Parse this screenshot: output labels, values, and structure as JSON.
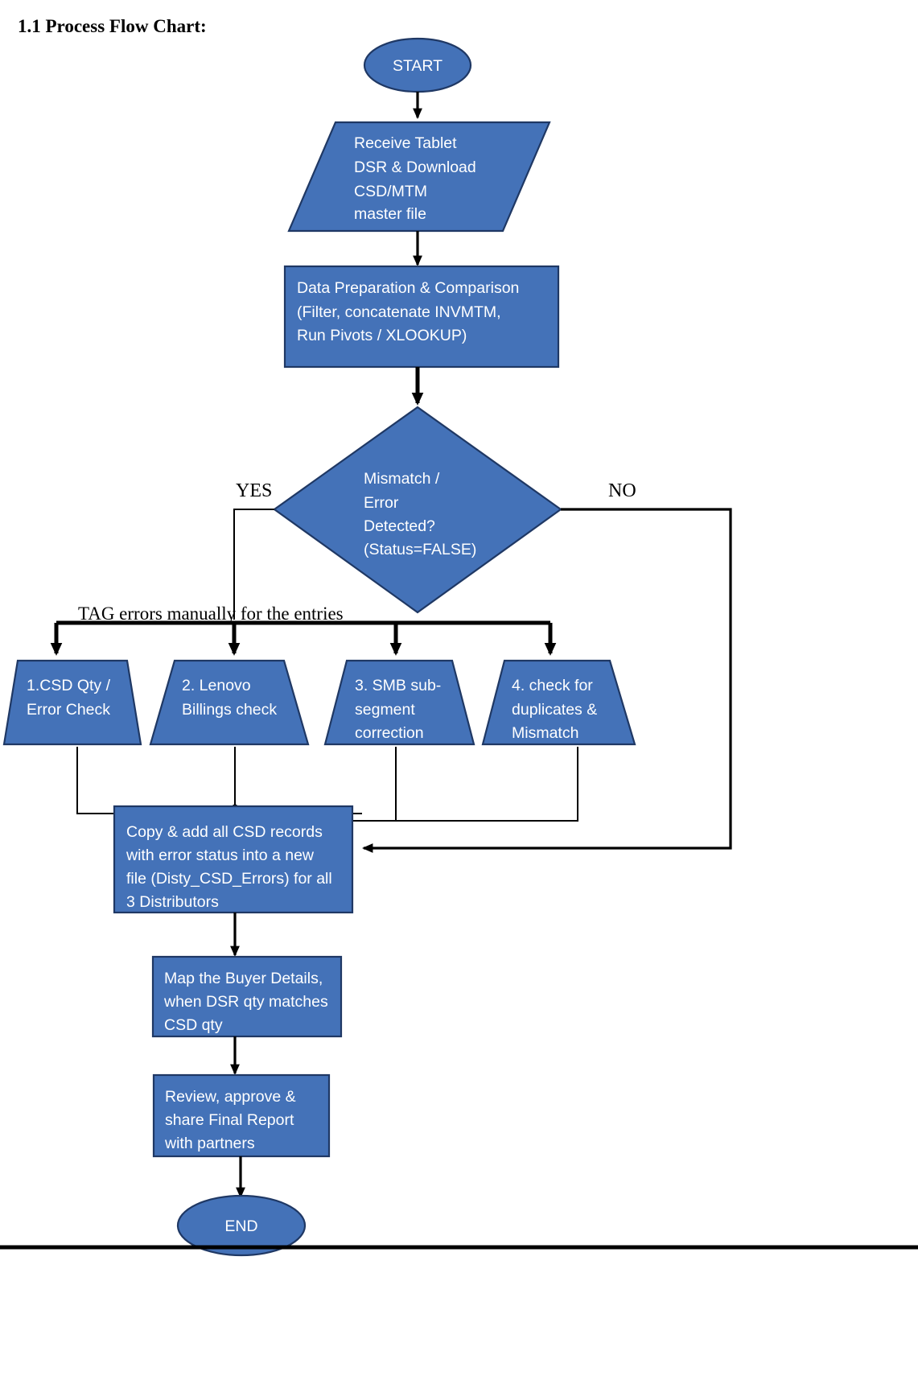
{
  "document": {
    "title": "1.1 Process Flow Chart:"
  },
  "colors": {
    "node_fill": "#4472B8",
    "node_stroke": "#1F3864",
    "node_text": "#FFFFFF",
    "connector": "#000000",
    "background": "#FFFFFF"
  },
  "chart_data": {
    "type": "diagram",
    "diagram_kind": "flowchart",
    "title": "1.1 Process Flow Chart:",
    "orientation": "top-to-bottom",
    "nodes": [
      {
        "id": "start",
        "shape": "ellipse",
        "lines": [
          "START"
        ]
      },
      {
        "id": "input",
        "shape": "parallelogram",
        "lines": [
          "Receive Tablet",
          "DSR & Download",
          "CSD/MTM",
          "master file"
        ]
      },
      {
        "id": "prep",
        "shape": "rectangle",
        "lines": [
          "Data Preparation & Comparison",
          "(Filter, concatenate INVMTM,",
          "Run Pivots / XLOOKUP)"
        ]
      },
      {
        "id": "decision",
        "shape": "diamond",
        "lines": [
          "Mismatch /",
          "Error",
          "Detected?",
          "(Status=FALSE)"
        ]
      },
      {
        "id": "task1",
        "shape": "trapezoid",
        "lines": [
          "1.CSD Qty /",
          "Error Check"
        ]
      },
      {
        "id": "task2",
        "shape": "trapezoid",
        "lines": [
          "2. Lenovo",
          "Billings check"
        ]
      },
      {
        "id": "task3",
        "shape": "trapezoid",
        "lines": [
          "3. SMB sub-",
          "segment",
          "correction"
        ]
      },
      {
        "id": "task4",
        "shape": "trapezoid",
        "lines": [
          "4. check for",
          "duplicates &",
          "Mismatch"
        ]
      },
      {
        "id": "collect",
        "shape": "rectangle",
        "lines": [
          "Copy & add all CSD records",
          "with error status into a new",
          "file (Disty_CSD_Errors) for all",
          "3 Distributors"
        ]
      },
      {
        "id": "map",
        "shape": "rectangle",
        "lines": [
          "Map the Buyer Details,",
          "when DSR qty matches",
          "CSD qty"
        ]
      },
      {
        "id": "review",
        "shape": "rectangle",
        "lines": [
          "Review, approve &",
          "share Final Report",
          "with partners"
        ]
      },
      {
        "id": "end",
        "shape": "ellipse",
        "lines": [
          "END"
        ]
      }
    ],
    "edges": [
      {
        "from": "start",
        "to": "input",
        "label": ""
      },
      {
        "from": "input",
        "to": "prep",
        "label": ""
      },
      {
        "from": "prep",
        "to": "decision",
        "label": ""
      },
      {
        "from": "decision",
        "to": "task1",
        "label": "YES"
      },
      {
        "from": "decision",
        "to": "task2",
        "label": "YES"
      },
      {
        "from": "decision",
        "to": "task3",
        "label": "YES"
      },
      {
        "from": "decision",
        "to": "task4",
        "label": "YES"
      },
      {
        "from": "decision",
        "to": "collect",
        "label": "NO"
      },
      {
        "from": "task1",
        "to": "collect",
        "label": ""
      },
      {
        "from": "task2",
        "to": "collect",
        "label": ""
      },
      {
        "from": "task3",
        "to": "collect",
        "label": ""
      },
      {
        "from": "task4",
        "to": "collect",
        "label": ""
      },
      {
        "from": "collect",
        "to": "map",
        "label": ""
      },
      {
        "from": "map",
        "to": "review",
        "label": ""
      },
      {
        "from": "review",
        "to": "end",
        "label": ""
      }
    ],
    "annotations": [
      {
        "id": "yes-label",
        "text": "YES"
      },
      {
        "id": "no-label",
        "text": "NO"
      },
      {
        "id": "tag-note",
        "text": "TAG errors manually for the entries"
      }
    ]
  },
  "nodes": {
    "start": {
      "label": "START"
    },
    "input": {
      "line1": "Receive Tablet",
      "line2": "DSR & Download",
      "line3": "CSD/MTM",
      "line4": "master file"
    },
    "prep": {
      "line1": "Data Preparation & Comparison",
      "line2": "(Filter, concatenate INVMTM,",
      "line3": "Run Pivots / XLOOKUP)"
    },
    "decision": {
      "line1": "Mismatch /",
      "line2": "Error",
      "line3": "Detected?",
      "line4": "(Status=FALSE)"
    },
    "task1": {
      "line1": "1.CSD Qty /",
      "line2": "Error Check"
    },
    "task2": {
      "line1": "2. Lenovo",
      "line2": "Billings check"
    },
    "task3": {
      "line1": "3. SMB sub-",
      "line2": "segment",
      "line3": "correction"
    },
    "task4": {
      "line1": "4. check for",
      "line2": "duplicates &",
      "line3": "Mismatch"
    },
    "collect": {
      "line1": "Copy & add all CSD records",
      "line2": "with error status into a new",
      "line3": "file (Disty_CSD_Errors) for all",
      "line4": "3 Distributors"
    },
    "map": {
      "line1": "Map the Buyer Details,",
      "line2": "when DSR qty matches",
      "line3": "CSD qty"
    },
    "review": {
      "line1": "Review, approve &",
      "line2": "share Final Report",
      "line3": "with partners"
    },
    "end": {
      "label": "END"
    }
  },
  "labels": {
    "yes": "YES",
    "no": "NO",
    "tag_note": "TAG errors manually for the entries"
  }
}
